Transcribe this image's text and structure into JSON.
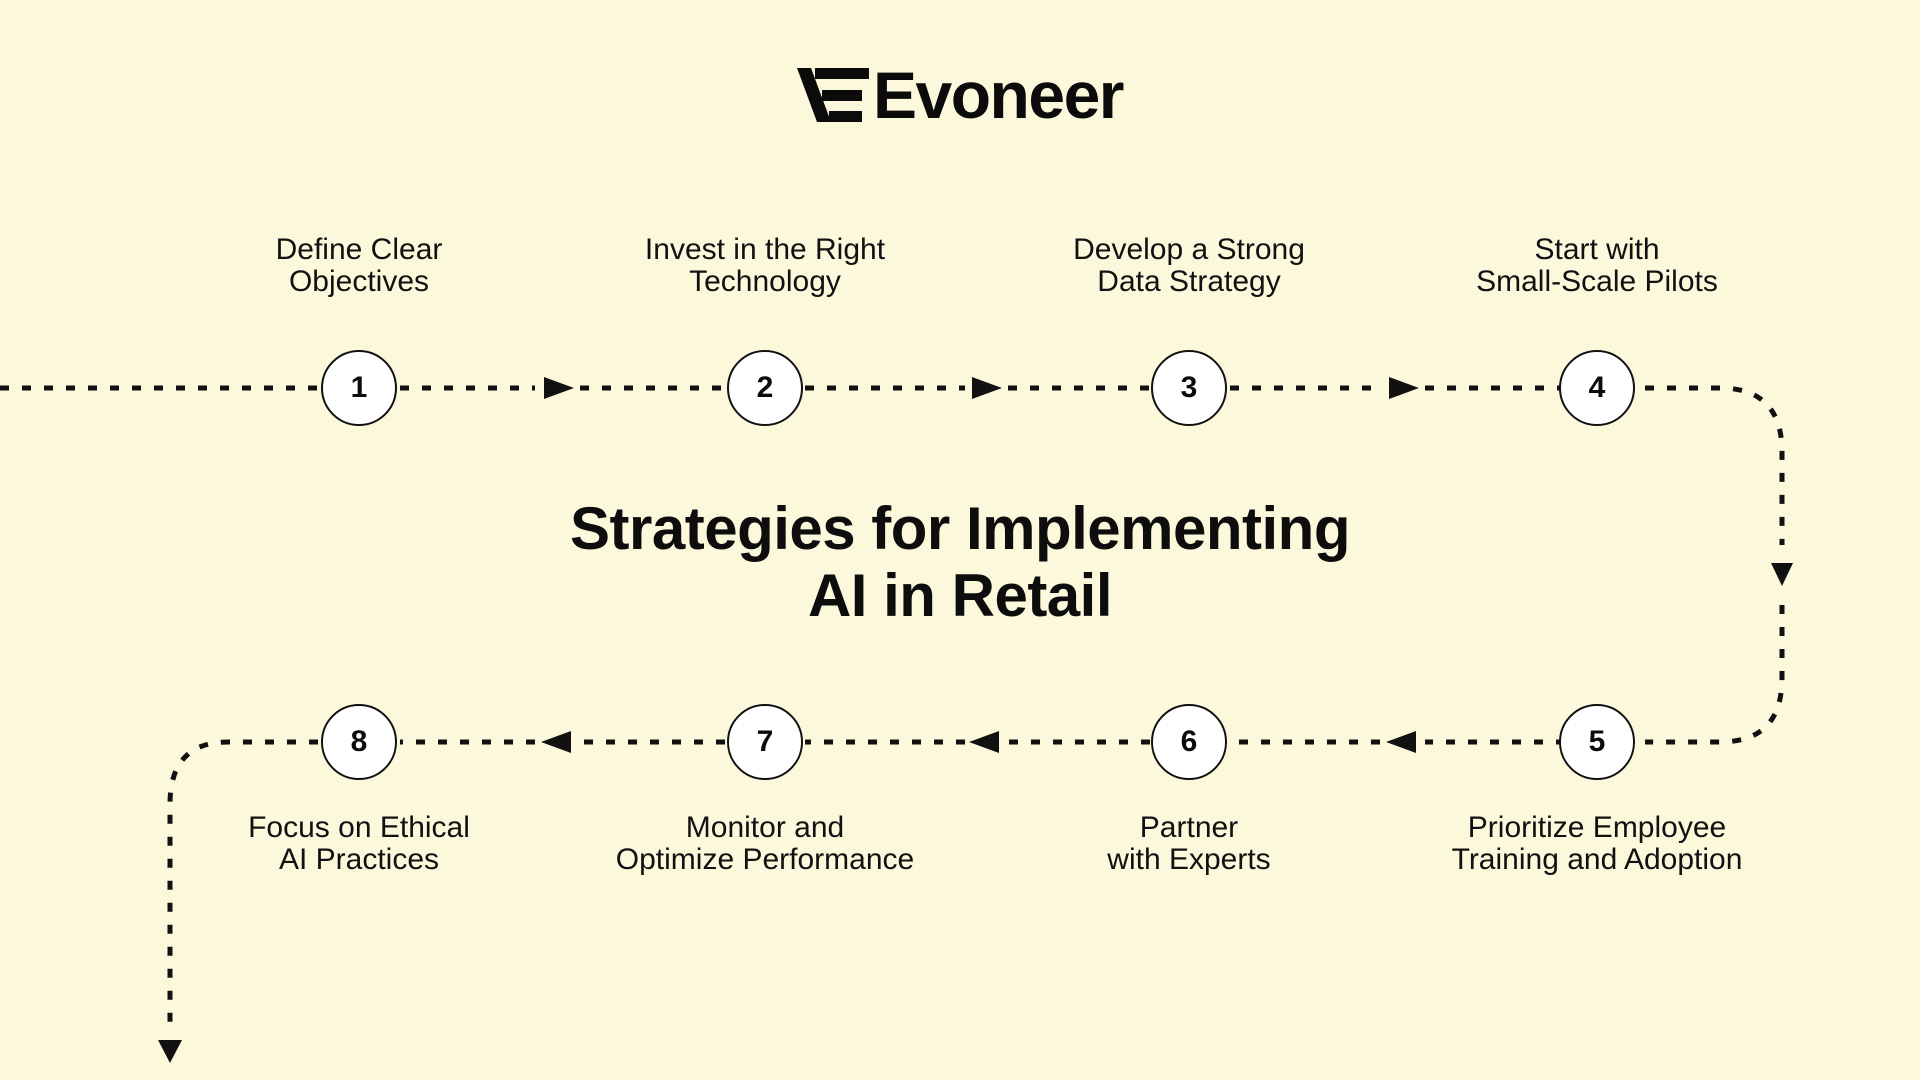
{
  "brand": {
    "name": "Evoneer",
    "mark_icon": "evoneer-e-mark-icon"
  },
  "title": {
    "line1": "Strategies for Implementing",
    "line2": "AI in Retail"
  },
  "colors": {
    "background": "#FCF8DC",
    "ink": "#111111",
    "node_fill": "#FFFFFF",
    "node_stroke": "#111111"
  },
  "flow": {
    "top_row_direction": "left-to-right",
    "bottom_row_direction": "right-to-left",
    "line_style": "dotted",
    "arrow_shape": "solid-triangle"
  },
  "steps": [
    {
      "number": "1",
      "row": "top",
      "label_line1": "Define Clear",
      "label_line2": "Objectives"
    },
    {
      "number": "2",
      "row": "top",
      "label_line1": "Invest in the Right",
      "label_line2": "Technology"
    },
    {
      "number": "3",
      "row": "top",
      "label_line1": "Develop a Strong",
      "label_line2": "Data Strategy"
    },
    {
      "number": "4",
      "row": "top",
      "label_line1": "Start with",
      "label_line2": "Small-Scale Pilots"
    },
    {
      "number": "5",
      "row": "bottom",
      "label_line1": "Prioritize Employee",
      "label_line2": "Training and Adoption"
    },
    {
      "number": "6",
      "row": "bottom",
      "label_line1": "Partner",
      "label_line2": "with Experts"
    },
    {
      "number": "7",
      "row": "bottom",
      "label_line1": "Monitor and",
      "label_line2": "Optimize Performance"
    },
    {
      "number": "8",
      "row": "bottom",
      "label_line1": "Focus on Ethical",
      "label_line2": "AI Practices"
    }
  ]
}
